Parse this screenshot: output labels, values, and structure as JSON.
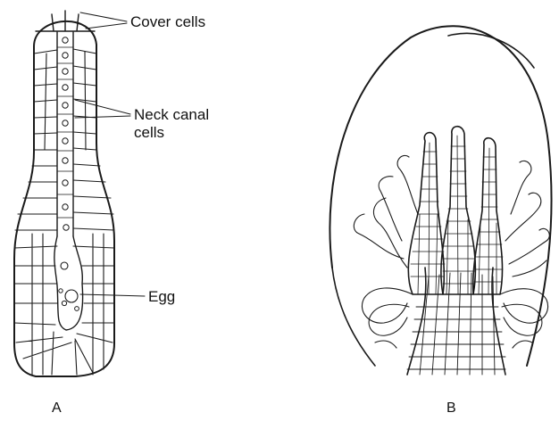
{
  "figure_a": {
    "labels": {
      "cover_cells": "Cover cells",
      "neck_canal_line1": "Neck canal",
      "neck_canal_line2": "cells",
      "egg": "Egg"
    },
    "caption": "A"
  },
  "figure_b": {
    "caption": "B"
  },
  "colors": {
    "ink": "#1a1a1a",
    "background": "#ffffff"
  }
}
